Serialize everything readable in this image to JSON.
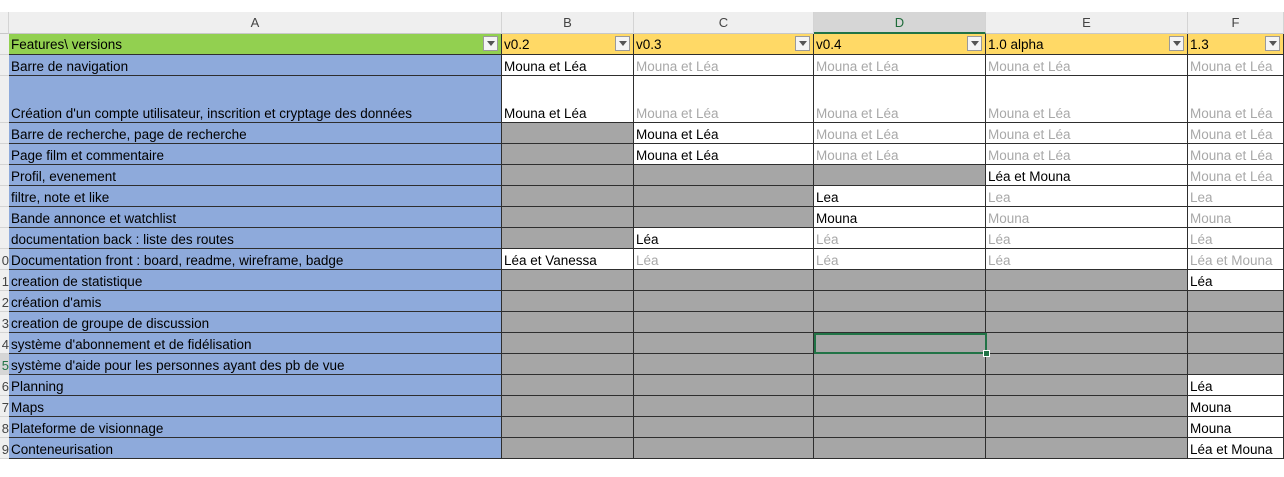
{
  "columns": [
    "A",
    "B",
    "C",
    "D",
    "E",
    "F"
  ],
  "active_column": "D",
  "active_row_index": 13,
  "header_row": {
    "row_num": "",
    "cells": [
      "Features\\ versions",
      "v0.2",
      "v0.3",
      "v0.4",
      "1.0 alpha",
      "1.3"
    ]
  },
  "rows": [
    {
      "num": "",
      "feature": "Barre de navigation",
      "cells": [
        [
          "w",
          " Mouna et Léa",
          0
        ],
        [
          "w",
          "Mouna et Léa",
          1
        ],
        [
          "w",
          "Mouna et Léa",
          1
        ],
        [
          "w",
          "Mouna et Léa",
          1
        ],
        [
          "w",
          "Mouna et Léa",
          1
        ]
      ]
    },
    {
      "num": "",
      "feature": "Création d'un compte utilisateur, inscrition et cryptage des données",
      "cells": [
        [
          "w",
          "Mouna et Léa",
          0
        ],
        [
          "w",
          "Mouna et Léa",
          1
        ],
        [
          "w",
          "Mouna et Léa",
          1
        ],
        [
          "w",
          "Mouna et Léa",
          1
        ],
        [
          "w",
          "Mouna et Léa",
          1
        ]
      ]
    },
    {
      "num": "",
      "feature": "Barre de recherche, page de recherche",
      "cells": [
        [
          "g",
          "",
          0
        ],
        [
          "w",
          "Mouna et Léa",
          0
        ],
        [
          "w",
          "Mouna et Léa",
          1
        ],
        [
          "w",
          "Mouna et Léa",
          1
        ],
        [
          "w",
          "Mouna et Léa",
          1
        ]
      ]
    },
    {
      "num": "",
      "feature": "Page film et commentaire",
      "cells": [
        [
          "g",
          "",
          0
        ],
        [
          "w",
          "Mouna et Léa",
          0
        ],
        [
          "w",
          "Mouna et Léa",
          1
        ],
        [
          "w",
          "Mouna et Léa",
          1
        ],
        [
          "w",
          "Mouna et Léa",
          1
        ]
      ]
    },
    {
      "num": "",
      "feature": "Profil, evenement",
      "cells": [
        [
          "g",
          "",
          0
        ],
        [
          "g",
          "",
          0
        ],
        [
          "g",
          "",
          0
        ],
        [
          "w",
          "Léa et Mouna",
          0
        ],
        [
          "w",
          "Mouna et Léa",
          1
        ]
      ]
    },
    {
      "num": "",
      "feature": "filtre, note et like",
      "cells": [
        [
          "g",
          "",
          0
        ],
        [
          "g",
          "",
          0
        ],
        [
          "w",
          "Lea",
          0
        ],
        [
          "w",
          "Lea",
          1
        ],
        [
          "w",
          "Lea",
          1
        ]
      ]
    },
    {
      "num": "",
      "feature": "Bande annonce et watchlist",
      "cells": [
        [
          "g",
          "",
          0
        ],
        [
          "g",
          "",
          0
        ],
        [
          "w",
          "Mouna",
          0
        ],
        [
          "w",
          "Mouna",
          1
        ],
        [
          "w",
          "Mouna",
          1
        ]
      ]
    },
    {
      "num": "",
      "feature": "documentation back : liste des routes",
      "cells": [
        [
          "g",
          "",
          0
        ],
        [
          "w",
          "Léa",
          0
        ],
        [
          "w",
          "Léa",
          1
        ],
        [
          "w",
          "Léa",
          1
        ],
        [
          "w",
          "Léa",
          1
        ]
      ]
    },
    {
      "num": "0",
      "feature": "Documentation front : board, readme, wireframe, badge",
      "cells": [
        [
          "w",
          "Léa et Vanessa",
          0
        ],
        [
          "w",
          "Léa",
          1
        ],
        [
          "w",
          "Léa",
          1
        ],
        [
          "w",
          "Léa",
          1
        ],
        [
          "w",
          "Léa et Mouna",
          1
        ]
      ]
    },
    {
      "num": "1",
      "feature": "creation de statistique",
      "cells": [
        [
          "g",
          "",
          0
        ],
        [
          "g",
          "",
          0
        ],
        [
          "g",
          "",
          0
        ],
        [
          "g",
          "",
          0
        ],
        [
          "w",
          "Léa",
          0
        ]
      ]
    },
    {
      "num": "2",
      "feature": "création d'amis",
      "cells": [
        [
          "g",
          "",
          0
        ],
        [
          "g",
          "",
          0
        ],
        [
          "g",
          "",
          0
        ],
        [
          "g",
          "",
          0
        ],
        [
          "g",
          "",
          0
        ]
      ]
    },
    {
      "num": "3",
      "feature": "creation de groupe de discussion",
      "cells": [
        [
          "g",
          "",
          0
        ],
        [
          "g",
          "",
          0
        ],
        [
          "g",
          "",
          0
        ],
        [
          "g",
          "",
          0
        ],
        [
          "g",
          "",
          0
        ]
      ]
    },
    {
      "num": "4",
      "feature": "système d'abonnement et de fidélisation",
      "cells": [
        [
          "g",
          "",
          0
        ],
        [
          "g",
          "",
          0
        ],
        [
          "g",
          "",
          0
        ],
        [
          "g",
          "",
          0
        ],
        [
          "g",
          "",
          0
        ]
      ]
    },
    {
      "num": "5",
      "feature": "système d'aide pour les personnes ayant des pb de vue",
      "cells": [
        [
          "g",
          "",
          0
        ],
        [
          "g",
          "",
          0
        ],
        [
          "g",
          "",
          0
        ],
        [
          "g",
          "",
          0
        ],
        [
          "g",
          "",
          0
        ]
      ]
    },
    {
      "num": "6",
      "feature": "Planning",
      "cells": [
        [
          "g",
          "",
          0
        ],
        [
          "g",
          "",
          0
        ],
        [
          "g",
          "",
          0
        ],
        [
          "g",
          "",
          0
        ],
        [
          "w",
          "Léa",
          0
        ]
      ]
    },
    {
      "num": "7",
      "feature": "Maps",
      "cells": [
        [
          "g",
          "",
          0
        ],
        [
          "g",
          "",
          0
        ],
        [
          "g",
          "",
          0
        ],
        [
          "g",
          "",
          0
        ],
        [
          "w",
          "Mouna",
          0
        ]
      ]
    },
    {
      "num": "8",
      "feature": "Plateforme de visionnage",
      "cells": [
        [
          "g",
          "",
          0
        ],
        [
          "g",
          "",
          0
        ],
        [
          "g",
          "",
          0
        ],
        [
          "g",
          "",
          0
        ],
        [
          "w",
          "Mouna",
          0
        ]
      ]
    },
    {
      "num": "9",
      "feature": "Conteneurisation",
      "cells": [
        [
          "g",
          "",
          0
        ],
        [
          "g",
          "",
          0
        ],
        [
          "g",
          "",
          0
        ],
        [
          "g",
          "",
          0
        ],
        [
          "w",
          "Léa et Mouna",
          0
        ]
      ]
    }
  ],
  "colors": {
    "feature_fill": "#8eaadb",
    "header_green": "#92d050",
    "header_yellow": "#ffd966",
    "disabled_gray": "#a6a6a6",
    "faded_text": "#a8a8a8",
    "selection": "#217346"
  }
}
